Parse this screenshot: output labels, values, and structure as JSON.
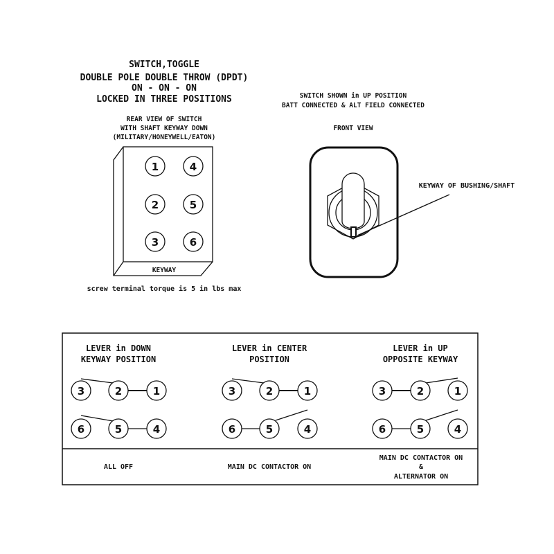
{
  "title": {
    "line1": "SWITCH,TOGGLE",
    "line2": "DOUBLE POLE DOUBLE THROW (DPDT)",
    "line3": "ON - ON - ON",
    "line4": "LOCKED IN THREE POSITIONS"
  },
  "rear_view": {
    "line1": "REAR VIEW OF SWITCH",
    "line2": "WITH SHAFT KEYWAY  DOWN",
    "line3": "(MILITARY/HONEYWELL/EATON)",
    "pins": [
      "1",
      "4",
      "2",
      "5",
      "3",
      "6"
    ],
    "keyway_label": "KEYWAY",
    "torque_note": "screw terminal torque is 5 in lbs max"
  },
  "front_view": {
    "note1": "SWITCH SHOWN in UP POSITION",
    "note2": "BATT CONNECTED & ALT FIELD CONNECTED",
    "label": "FRONT VIEW",
    "keyway_callout": "KEYWAY OF BUSHING/SHAFT"
  },
  "positions": [
    {
      "header1": "LEVER in DOWN",
      "header2": "KEYWAY POSITION",
      "result": "ALL OFF"
    },
    {
      "header1": "LEVER in CENTER",
      "header2": "POSITION",
      "result": "MAIN DC CONTACTOR ON"
    },
    {
      "header1": "LEVER in UP",
      "header2": "OPPOSITE KEYWAY",
      "result1": "MAIN DC CONTACTOR ON",
      "result2": "&",
      "result3": "ALTERNATOR ON"
    }
  ],
  "pin_labels": {
    "p1": "1",
    "p2": "2",
    "p3": "3",
    "p4": "4",
    "p5": "5",
    "p6": "6"
  }
}
